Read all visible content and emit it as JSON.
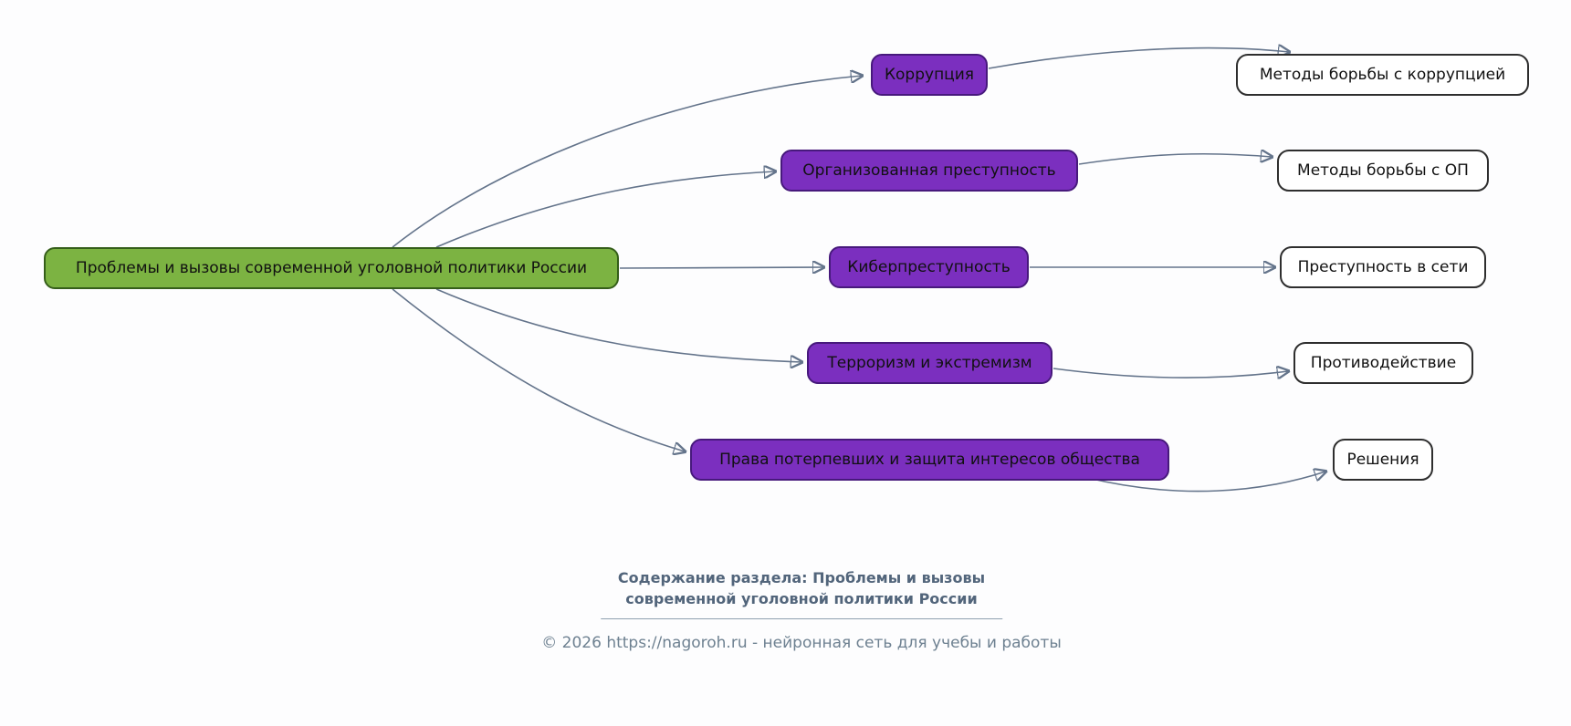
{
  "diagram": {
    "type": "mindmap-flowchart",
    "root": {
      "label": "Проблемы и вызовы современной уголовной политики России",
      "bg_color": "#7cb342",
      "border_color": "#355e1a"
    },
    "topic_style": {
      "bg_color": "#7b2fbf",
      "border_color": "#47197c",
      "text_color": "#111111"
    },
    "leaf_style": {
      "bg_color": "#ffffff",
      "border_color": "#2e2e2e",
      "text_color": "#111111"
    },
    "edge_color": "#64748b",
    "branches": [
      {
        "topic": "Коррупция",
        "detail": "Методы борьбы с коррупцией"
      },
      {
        "topic": "Организованная преступность",
        "detail": "Методы борьбы с ОП"
      },
      {
        "topic": "Киберпреступность",
        "detail": "Преступность в сети"
      },
      {
        "topic": "Терроризм и экстремизм",
        "detail": "Противодействие"
      },
      {
        "topic": "Права потерпевших и защита интересов общества",
        "detail": "Решения"
      }
    ]
  },
  "footer": {
    "title_line1": "Содержание раздела: Проблемы и вызовы",
    "title_line2": "современной уголовной политики России",
    "copyright": "© 2026 https://nagoroh.ru - нейронная сеть для учебы и работы"
  }
}
